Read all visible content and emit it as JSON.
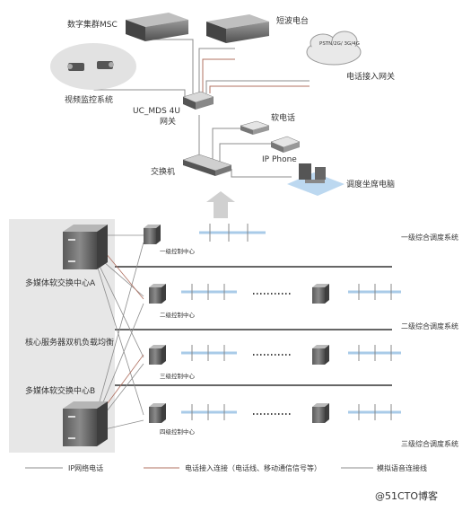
{
  "labels": {
    "msc": "数字集群MSC",
    "shortwave": "短波电台",
    "pstn": "PSTN/2G/ 3G/4G",
    "phone_gateway": "电话接入网关",
    "video": "视频监控系统",
    "uc_mds": "UC_MDS 4U",
    "gateway": "网关",
    "softphone": "软电话",
    "ipphone": "IP Phone",
    "switch": "交换机",
    "dispatch_pc": "调度坐席电脑",
    "center_a": "多媒体软交换中心A",
    "load_balance": "核心服务器双机负载均衡",
    "center_b": "多媒体软交换中心B",
    "ctrl1": "一级控制中心",
    "ctrl2": "二级控制中心",
    "ctrl3": "三级控制中心",
    "ctrl4": "四级控制中心",
    "sys1": "一级综合调度系统",
    "sys2": "二级综合调度系统",
    "sys3": "三级综合调度系统"
  },
  "legend": {
    "ip": "IP网络电话",
    "phone": "电话接入连接（电话线、移动通信信号等）",
    "analog": "模拟语音连接线"
  },
  "watermark": "@51CTO博客",
  "colors": {
    "ip_line": "#8c8c8c",
    "phone_line": "#b07060",
    "bus": "#a9cbe8",
    "panel": "#e7e7e7"
  }
}
